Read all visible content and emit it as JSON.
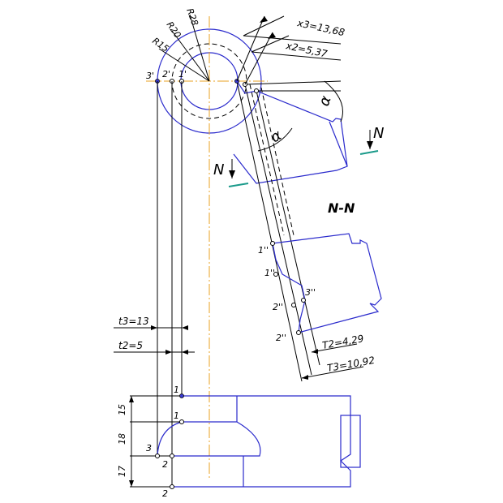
{
  "radii": {
    "r28": "R28",
    "r20": "R20",
    "r15": "R15"
  },
  "dims": {
    "x3": "x3=13,68",
    "x2": "x2=5,37",
    "t3": "t3=13",
    "t2": "t2=5",
    "T2": "T2=4,29",
    "T3": "T3=10,92"
  },
  "vertical_dims": {
    "d15": "15",
    "d18": "18",
    "d17": "17"
  },
  "section": {
    "title": "N-N",
    "mark_left": "N",
    "mark_right": "N"
  },
  "points": {
    "p3prime": "3'",
    "p2prime": "2'",
    "p1prime": "1'",
    "p1dd_a": "1''",
    "p1dd_b": "1''",
    "p3dd": "3''",
    "p2dd_a": "2''",
    "p2dd_b": "2''",
    "b1_top": "1",
    "b1_mid": "1",
    "b3": "3",
    "b2_mid": "2",
    "b2_bot": "2"
  },
  "colors": {
    "outline": "#2a2acc",
    "axis": "#e8a020",
    "section_mark": "#1a9a8a",
    "ink": "#000000"
  }
}
